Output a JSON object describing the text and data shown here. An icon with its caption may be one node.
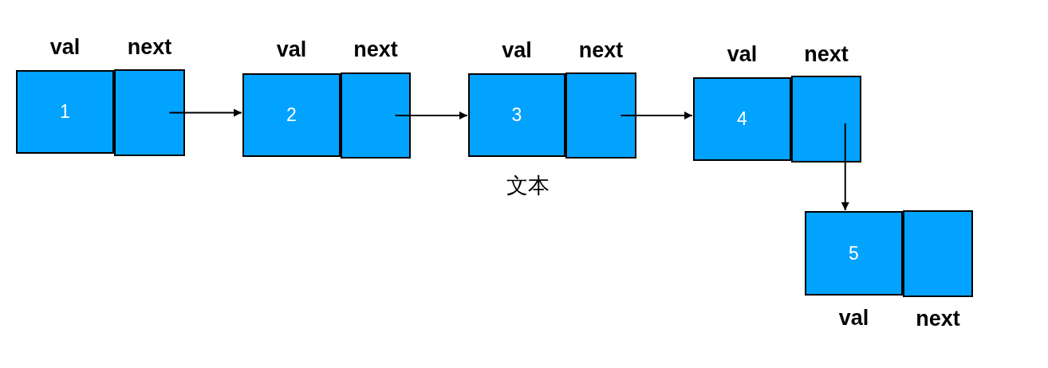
{
  "diagram": {
    "nodes": [
      {
        "text": [
          "val",
          "1"
        ]
      },
      {
        "text": [
          "next"
        ]
      },
      {
        "text": [
          "val",
          "2"
        ]
      },
      {
        "text": [
          "next"
        ]
      },
      {
        "text": [
          "val",
          "3"
        ],
        "beside": [
          "文本"
        ]
      },
      {
        "text": [
          "next"
        ]
      },
      {
        "text": [
          "val",
          "4"
        ]
      },
      {
        "text": [
          "next"
        ]
      },
      {
        "text": [
          "5",
          "val"
        ]
      },
      {
        "text": [
          "next"
        ]
      }
    ],
    "edges": [
      {
        "from": 1,
        "to": 2,
        "arrow": "to"
      },
      {
        "from": 3,
        "to": 4,
        "arrow": "to"
      },
      {
        "from": 5,
        "to": 6,
        "arrow": "to"
      },
      {
        "from": 7,
        "to": 8,
        "arrow": "to"
      }
    ]
  }
}
